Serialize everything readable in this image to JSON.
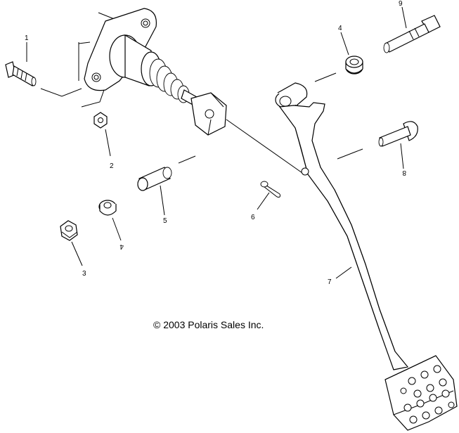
{
  "copyright": "© 2003 Polaris Sales Inc.",
  "callouts": {
    "c1": "1",
    "c2": "2",
    "c3": "3",
    "c4a": "4",
    "c4b": "4",
    "c5": "5",
    "c6": "6",
    "c7": "7",
    "c8": "8",
    "c9": "9"
  }
}
